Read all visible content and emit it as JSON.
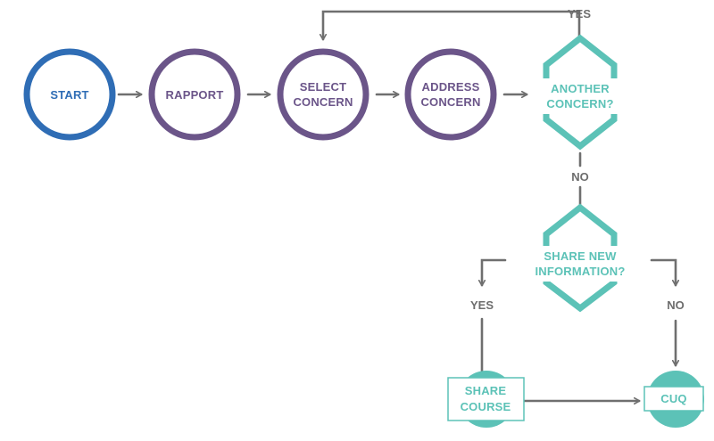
{
  "colors": {
    "blue": "#2f6db5",
    "purple": "#6b5589",
    "teal": "#5cc2b7",
    "arrow": "#6f6f6f",
    "label_gray": "#6d6d6d"
  },
  "nodes": {
    "start": {
      "line1": "START",
      "line2": ""
    },
    "rapport": {
      "line1": "RAPPORT",
      "line2": ""
    },
    "select": {
      "line1": "SELECT",
      "line2": "CONCERN"
    },
    "address": {
      "line1": "ADDRESS",
      "line2": "CONCERN"
    },
    "another": {
      "line1": "ANOTHER",
      "line2": "CONCERN?"
    },
    "share_info": {
      "line1": "SHARE NEW",
      "line2": "INFORMATION?"
    },
    "share_course": {
      "line1": "SHARE",
      "line2": "COURSE"
    },
    "cuq": {
      "line1": "CUQ",
      "line2": ""
    }
  },
  "edge_labels": {
    "yes_top": "YES",
    "no_middle": "NO",
    "yes_left": "YES",
    "no_right": "NO"
  }
}
